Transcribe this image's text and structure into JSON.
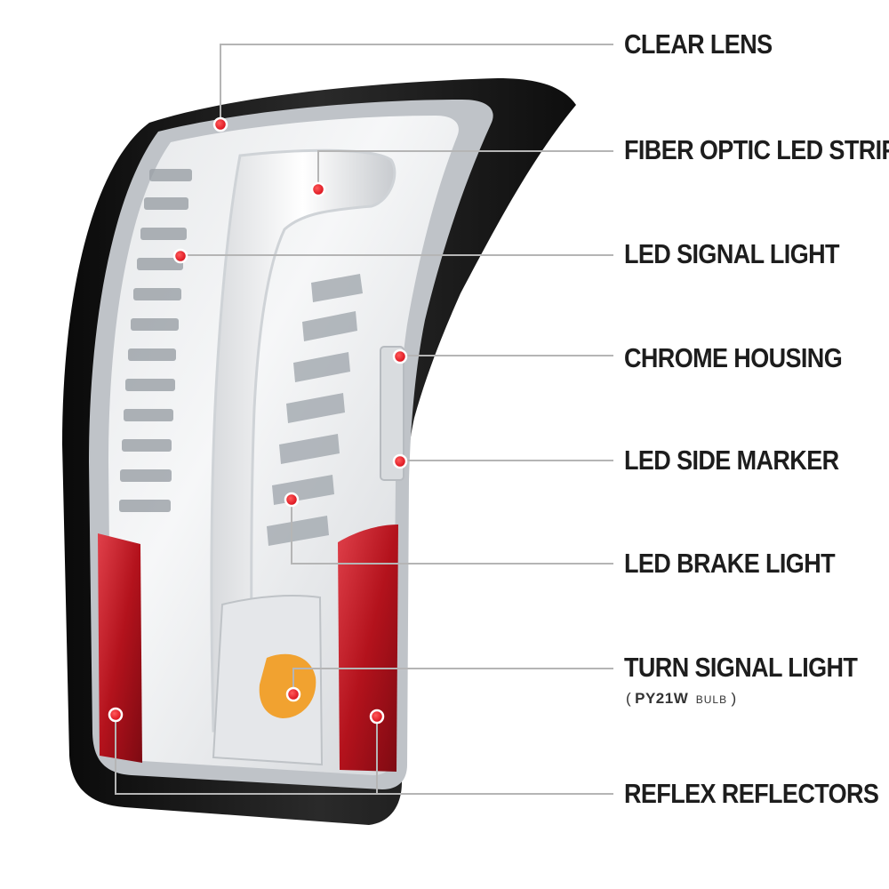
{
  "colors": {
    "callout_dot": "#e0101c",
    "callout_line": "#b5b5b5",
    "label_text": "#1d1d1d",
    "housing_black": "#111111",
    "chrome": "#c9ccd0",
    "reflector_red": "#c41822",
    "amber": "#f29a1c"
  },
  "callouts": [
    {
      "id": "clear-lens",
      "label": "CLEAR LENS"
    },
    {
      "id": "fiber-optic-led-strip",
      "label": "FIBER OPTIC LED STRIP"
    },
    {
      "id": "led-signal-light",
      "label": "LED SIGNAL LIGHT"
    },
    {
      "id": "chrome-housing",
      "label": "CHROME HOUSING"
    },
    {
      "id": "led-side-marker",
      "label": "LED SIDE MARKER"
    },
    {
      "id": "led-brake-light",
      "label": "LED BRAKE LIGHT"
    },
    {
      "id": "turn-signal-light",
      "label": "TURN SIGNAL LIGHT",
      "note": {
        "open": "(",
        "part": "PY21W",
        "unit": "BULB",
        "close": ")"
      }
    },
    {
      "id": "reflex-reflectors",
      "label": "REFLEX REFLECTORS"
    }
  ]
}
